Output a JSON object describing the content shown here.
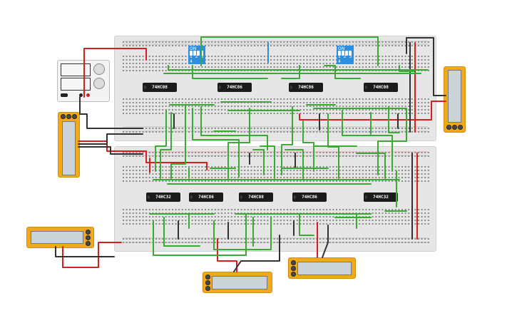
{
  "chips_top": [
    "74HC08",
    "74HC86",
    "74HC86",
    "74HC08"
  ],
  "chips_bottom": [
    "74HC32",
    "74HC86",
    "74HC08",
    "74HC86",
    "74HC32"
  ],
  "dip_switches": [
    {
      "on_label": "ON",
      "numbers": "1 2 3 4"
    },
    {
      "on_label": "ON",
      "numbers": "1 2 3 4"
    }
  ],
  "colors": {
    "breadboard": "#e6e6e6",
    "wire_green": "#3aaa35",
    "wire_red": "#d6201f",
    "wire_black": "#333333",
    "wire_blue": "#2f8fde",
    "meter": "#f2a81c",
    "dip": "#2d8ee0"
  }
}
